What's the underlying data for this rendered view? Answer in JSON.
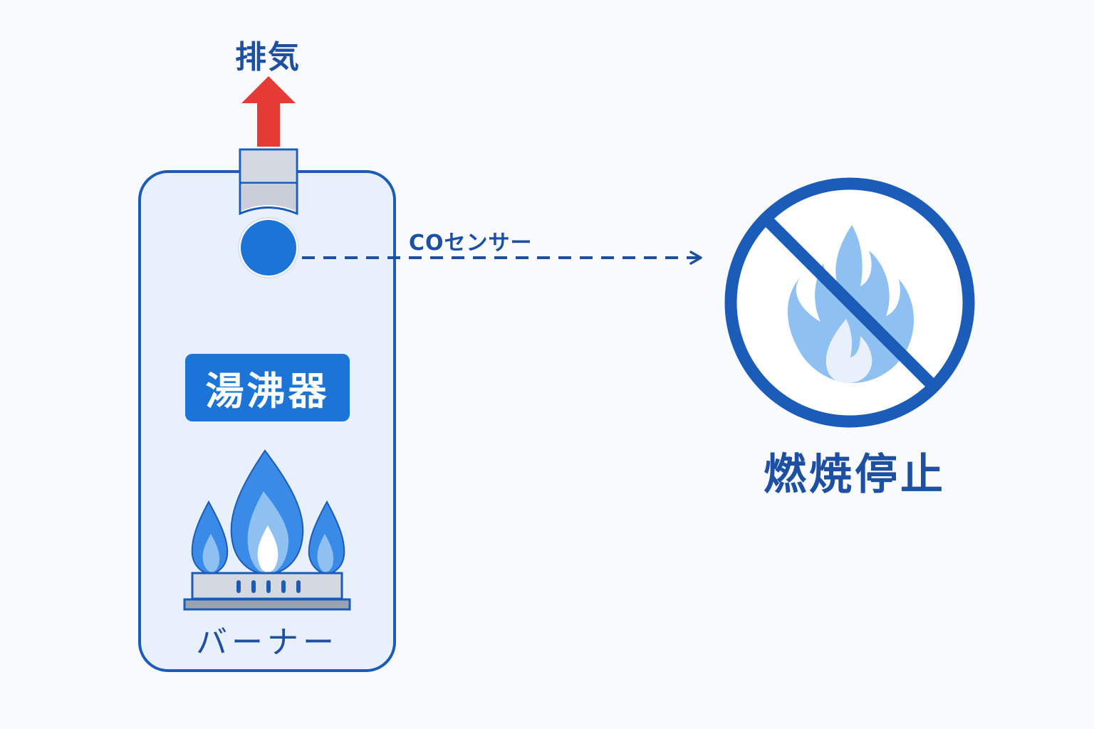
{
  "labels": {
    "exhaust": "排気",
    "sensor": "COセンサー",
    "heater": "湯沸器",
    "burner": "バーナー",
    "stop": "燃焼停止"
  },
  "colors": {
    "primary_blue": "#1d4fa3",
    "accent_blue": "#1b74d6",
    "light_flame": "#8ec0f2",
    "exhaust_arrow": "#e63a35",
    "body_fill": "#e8f1fb"
  }
}
